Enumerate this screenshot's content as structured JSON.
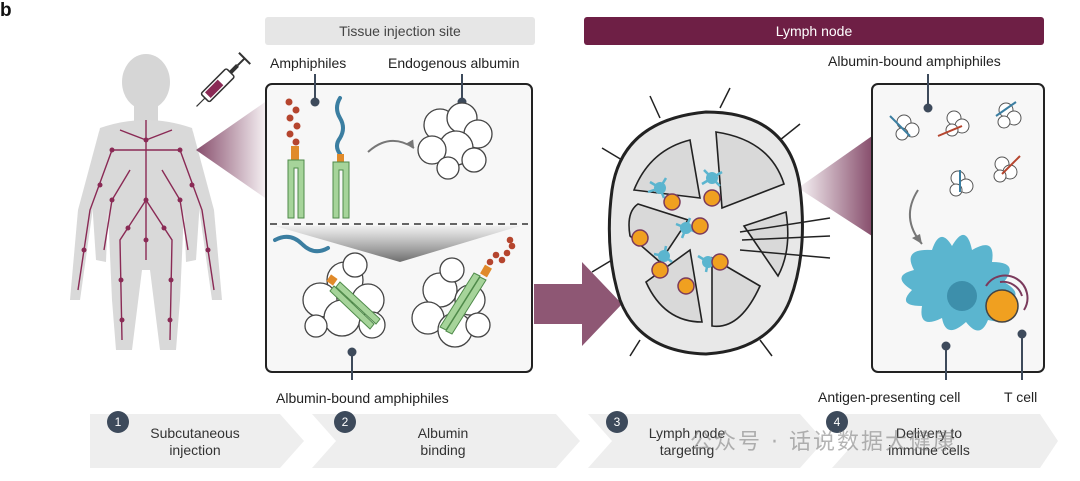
{
  "panel_letter": "b",
  "headers": {
    "tissue": "Tissue injection site",
    "lymph": "Lymph node"
  },
  "labels": {
    "amphiphiles": "Amphiphiles",
    "endogenous_albumin": "Endogenous albumin",
    "albumin_bound_top": "Albumin-bound amphiphiles",
    "albumin_bound_bottom": "Albumin-bound amphiphiles",
    "apc": "Antigen-presenting cell",
    "t_cell": "T cell"
  },
  "steps": [
    {
      "num": "1",
      "line1": "Subcutaneous",
      "line2": "injection"
    },
    {
      "num": "2",
      "line1": "Albumin",
      "line2": "binding"
    },
    {
      "num": "3",
      "line1": "Lymph node",
      "line2": "targeting"
    },
    {
      "num": "4",
      "line1": "Delivery to",
      "line2": "immune cells"
    }
  ],
  "watermark": "公众号 · 话说数据大健康",
  "colors": {
    "lymph_header": "#6e1f45",
    "vessel": "#8a2a55",
    "body": "#d9d9d9",
    "amphiphile_red": "#b5452e",
    "amphiphile_blue": "#3b7ea1",
    "anchor_green": "#a6d49a",
    "orange_linker": "#e08a2a",
    "apc_blue": "#5bb5cf",
    "t_cell_orange": "#f0a020",
    "arrow": "#7a3a5c",
    "step_badge": "#3d4a5b"
  }
}
